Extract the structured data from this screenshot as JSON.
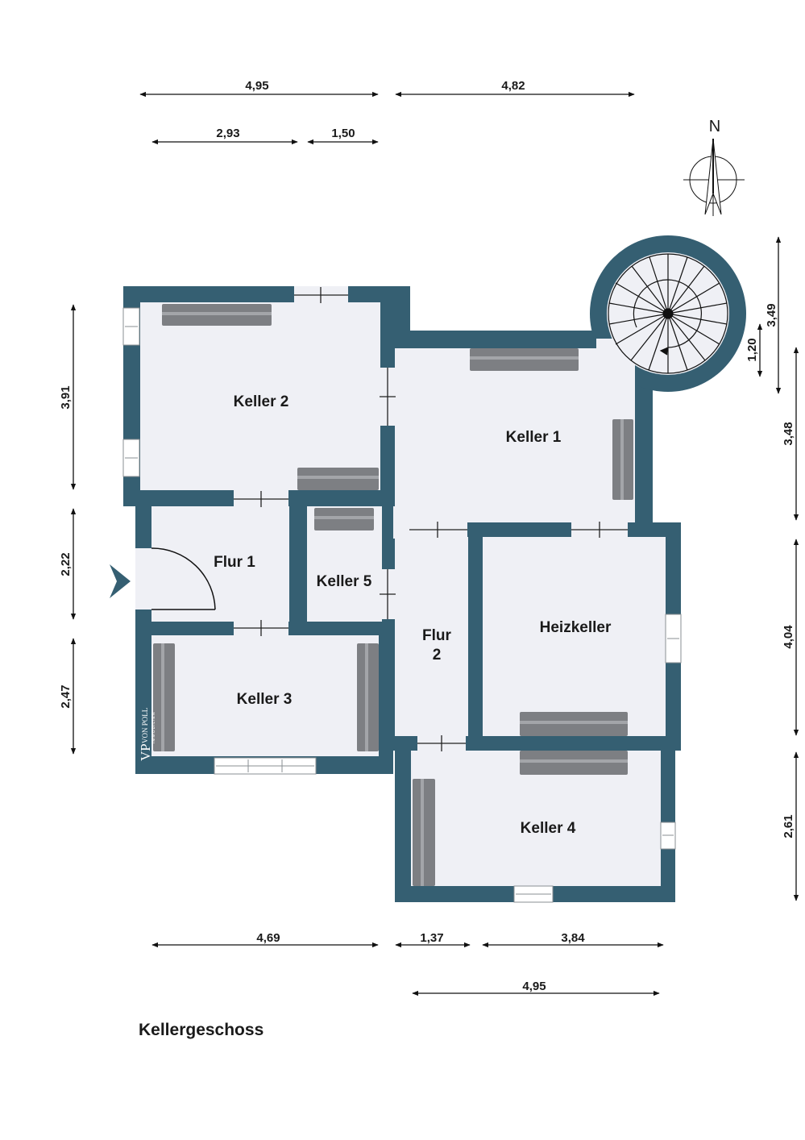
{
  "floor_label": "Kellergeschoss",
  "compass": {
    "north": "N"
  },
  "colors": {
    "wall": "#355f72",
    "floor": "#eff0f5",
    "furniture": "#7d7f83",
    "entrance_marker": "#355f72"
  },
  "rooms": {
    "keller2": "Keller 2",
    "keller1": "Keller 1",
    "flur1": "Flur 1",
    "keller5": "Keller 5",
    "flur2_line1": "Flur",
    "flur2_line2": "2",
    "heizkeller": "Heizkeller",
    "keller3": "Keller 3",
    "keller4": "Keller 4"
  },
  "dimensions": {
    "top_1": "4,95",
    "top_2": "4,82",
    "top_3": "2,93",
    "top_4": "1,50",
    "left_1": "3,91",
    "left_2": "2,22",
    "left_3": "2,47",
    "right_1": "3,49",
    "right_2": "1,20",
    "right_3": "3,48",
    "right_4": "4,04",
    "right_5": "2,61",
    "bottom_1": "4,69",
    "bottom_2": "1,37",
    "bottom_3": "3,84",
    "bottom_4": "4,95"
  },
  "logo": {
    "mark": "VP",
    "line1": "VON POLL",
    "line2": "IMMOBILIEN"
  }
}
